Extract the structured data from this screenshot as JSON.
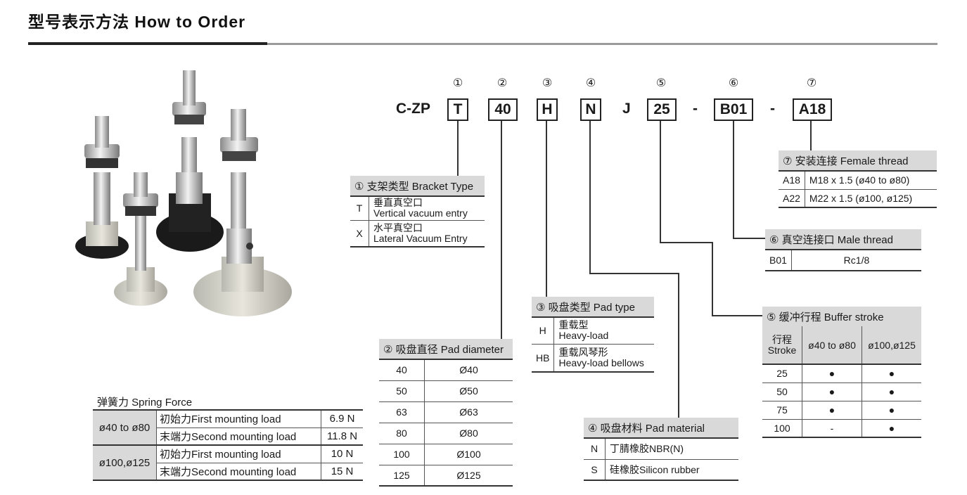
{
  "title": "型号表示方法 How to Order",
  "code": {
    "prefix": "C-ZP",
    "parts": [
      {
        "no": "①",
        "value": "T"
      },
      {
        "no": "②",
        "value": "40"
      },
      {
        "no": "③",
        "value": "H"
      },
      {
        "no": "④",
        "value": "N"
      },
      {
        "no": "",
        "value": "J"
      },
      {
        "no": "⑤",
        "value": "25"
      },
      {
        "no": "",
        "value": "-"
      },
      {
        "no": "⑥",
        "value": "B01"
      },
      {
        "no": "",
        "value": "-"
      },
      {
        "no": "⑦",
        "value": "A18"
      }
    ]
  },
  "bracket": {
    "title": "① 支架类型 Bracket Type",
    "rows": [
      {
        "code": "T",
        "cn": "垂直真空口",
        "en": "Vertical vacuum entry"
      },
      {
        "code": "X",
        "cn": "水平真空口",
        "en": "Lateral Vacuum Entry"
      }
    ]
  },
  "diameter": {
    "title": "② 吸盘直径 Pad diameter",
    "rows": [
      {
        "code": "40",
        "value": "Ø40"
      },
      {
        "code": "50",
        "value": "Ø50"
      },
      {
        "code": "63",
        "value": "Ø63"
      },
      {
        "code": "80",
        "value": "Ø80"
      },
      {
        "code": "100",
        "value": "Ø100"
      },
      {
        "code": "125",
        "value": "Ø125"
      }
    ]
  },
  "padtype": {
    "title": "③ 吸盘类型 Pad type",
    "rows": [
      {
        "code": "H",
        "cn": "重载型",
        "en": "Heavy-load"
      },
      {
        "code": "HB",
        "cn": "重载风琴形",
        "en": "Heavy-load bellows"
      }
    ]
  },
  "material": {
    "title": "④ 吸盘材料 Pad material",
    "rows": [
      {
        "code": "N",
        "value": "丁腈橡胶NBR(N)"
      },
      {
        "code": "S",
        "value": "硅橡胶Silicon rubber"
      }
    ]
  },
  "stroke": {
    "title": "⑤ 缓冲行程 Buffer stroke",
    "head_cn": "行程",
    "head_en": "Stroke",
    "col1": "ø40 to ø80",
    "col2": "ø100,ø125",
    "rows": [
      {
        "stroke": "25",
        "a": "●",
        "b": "●"
      },
      {
        "stroke": "50",
        "a": "●",
        "b": "●"
      },
      {
        "stroke": "75",
        "a": "●",
        "b": "●"
      },
      {
        "stroke": "100",
        "a": "-",
        "b": "●"
      }
    ]
  },
  "male": {
    "title": "⑥ 真空连接口 Male thread",
    "rows": [
      {
        "code": "B01",
        "value": "Rc1/8"
      }
    ]
  },
  "female": {
    "title": "⑦ 安装连接 Female thread",
    "rows": [
      {
        "code": "A18",
        "value": "M18 x 1.5 (ø40 to ø80)"
      },
      {
        "code": "A22",
        "value": "M22 x 1.5 (ø100, ø125)"
      }
    ]
  },
  "spring": {
    "title": "弹簧力 Spring Force",
    "groups": [
      {
        "size": "ø40 to ø80",
        "rows": [
          {
            "label": "初始力First mounting load",
            "value": "6.9 N"
          },
          {
            "label": "末端力Second mounting load",
            "value": "11.8 N"
          }
        ]
      },
      {
        "size": "ø100,ø125",
        "rows": [
          {
            "label": "初始力First mounting load",
            "value": "10 N"
          },
          {
            "label": "末端力Second mounting load",
            "value": "15 N"
          }
        ]
      }
    ]
  }
}
